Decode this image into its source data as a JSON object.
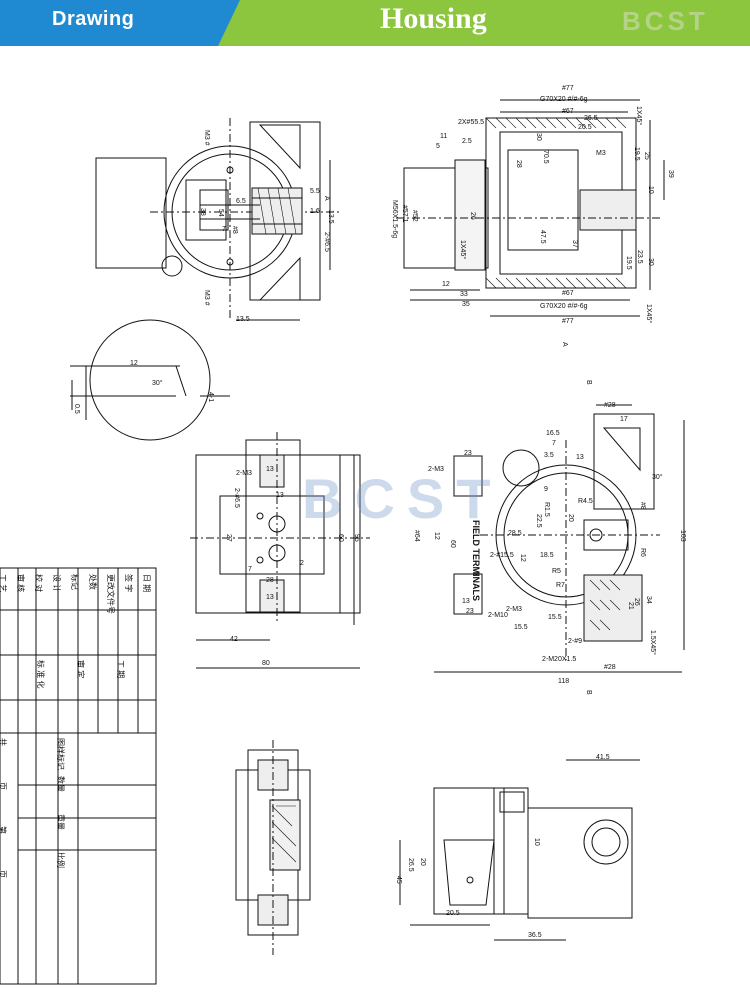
{
  "header": {
    "tab_label": "Drawing",
    "title": "Housing",
    "logo_text": "BCST",
    "colors": {
      "tab_blue": "#1f8ad2",
      "title_green": "#8cc63f",
      "logo_gray": "#c9d8a6"
    }
  },
  "watermark": "BCST",
  "drawing": {
    "view_labels": {
      "section_a": "A",
      "section_b": "B"
    },
    "field_terminals": "FIELD TERMINALS",
    "dims_top_left": [
      "M3 #",
      "M3 #",
      "6.5",
      "7",
      "5.5",
      "1.6",
      "13.5",
      "2-#6.5",
      "13.5",
      "54",
      "38",
      "#8"
    ],
    "dims_top_right": [
      "#77",
      "G70X20 #/#-6g",
      "#67",
      "26.5",
      "20.5",
      "1X45°",
      "2X#55.5",
      "11",
      "5",
      "2.5",
      "30",
      "70.5",
      "28",
      "M3",
      "19.5",
      "25",
      "39",
      "10",
      "M56X1.5-6g",
      "#52",
      "#57.1",
      "26",
      "47.5",
      "37",
      "1X45°",
      "23.5",
      "19.5",
      "30",
      "12",
      "33",
      "35",
      "#67",
      "G70X20 #/#-6g",
      "#77",
      "1X45°"
    ],
    "dims_detail": [
      "12",
      "30°",
      "4-1",
      "0.5"
    ],
    "dims_mid_left": [
      "13",
      "2-M3",
      "2-#6.5",
      "13",
      "27",
      "60",
      "95",
      "7",
      "28",
      "2",
      "13",
      "42",
      "80"
    ],
    "dims_mid_right": [
      "#28",
      "17",
      "16.5",
      "7",
      "3.5",
      "13",
      "23",
      "2-M3",
      "30°",
      "R4.5",
      "R1.5",
      "20",
      "22.5",
      "9",
      "#8",
      "103",
      "R6",
      "60",
      "#64",
      "12",
      "2-#15.5",
      "28.5",
      "18.5",
      "15.5",
      "12",
      "R7",
      "R5",
      "21",
      "34",
      "26",
      "2-M10",
      "13",
      "23",
      "2-M3",
      "15.5",
      "2-#9",
      "2-M20X1.5",
      "#28",
      "1.5X45°",
      "118"
    ],
    "dims_bottom_right": [
      "41.5",
      "10",
      "20",
      "26.5",
      "45",
      "20.5",
      "36.5"
    ],
    "title_block": {
      "col1": [
        "工 艺",
        "审 核",
        "校 对",
        "设 计",
        "标记",
        "处数",
        "更改文件号",
        "签 字",
        "日 期"
      ],
      "col2": [
        "标 准 化",
        "审 定",
        "工 期"
      ],
      "col3": [
        "图样标记",
        "数量",
        "重量",
        "比例"
      ],
      "col4": [
        "共",
        "页",
        "第",
        "页"
      ]
    }
  }
}
